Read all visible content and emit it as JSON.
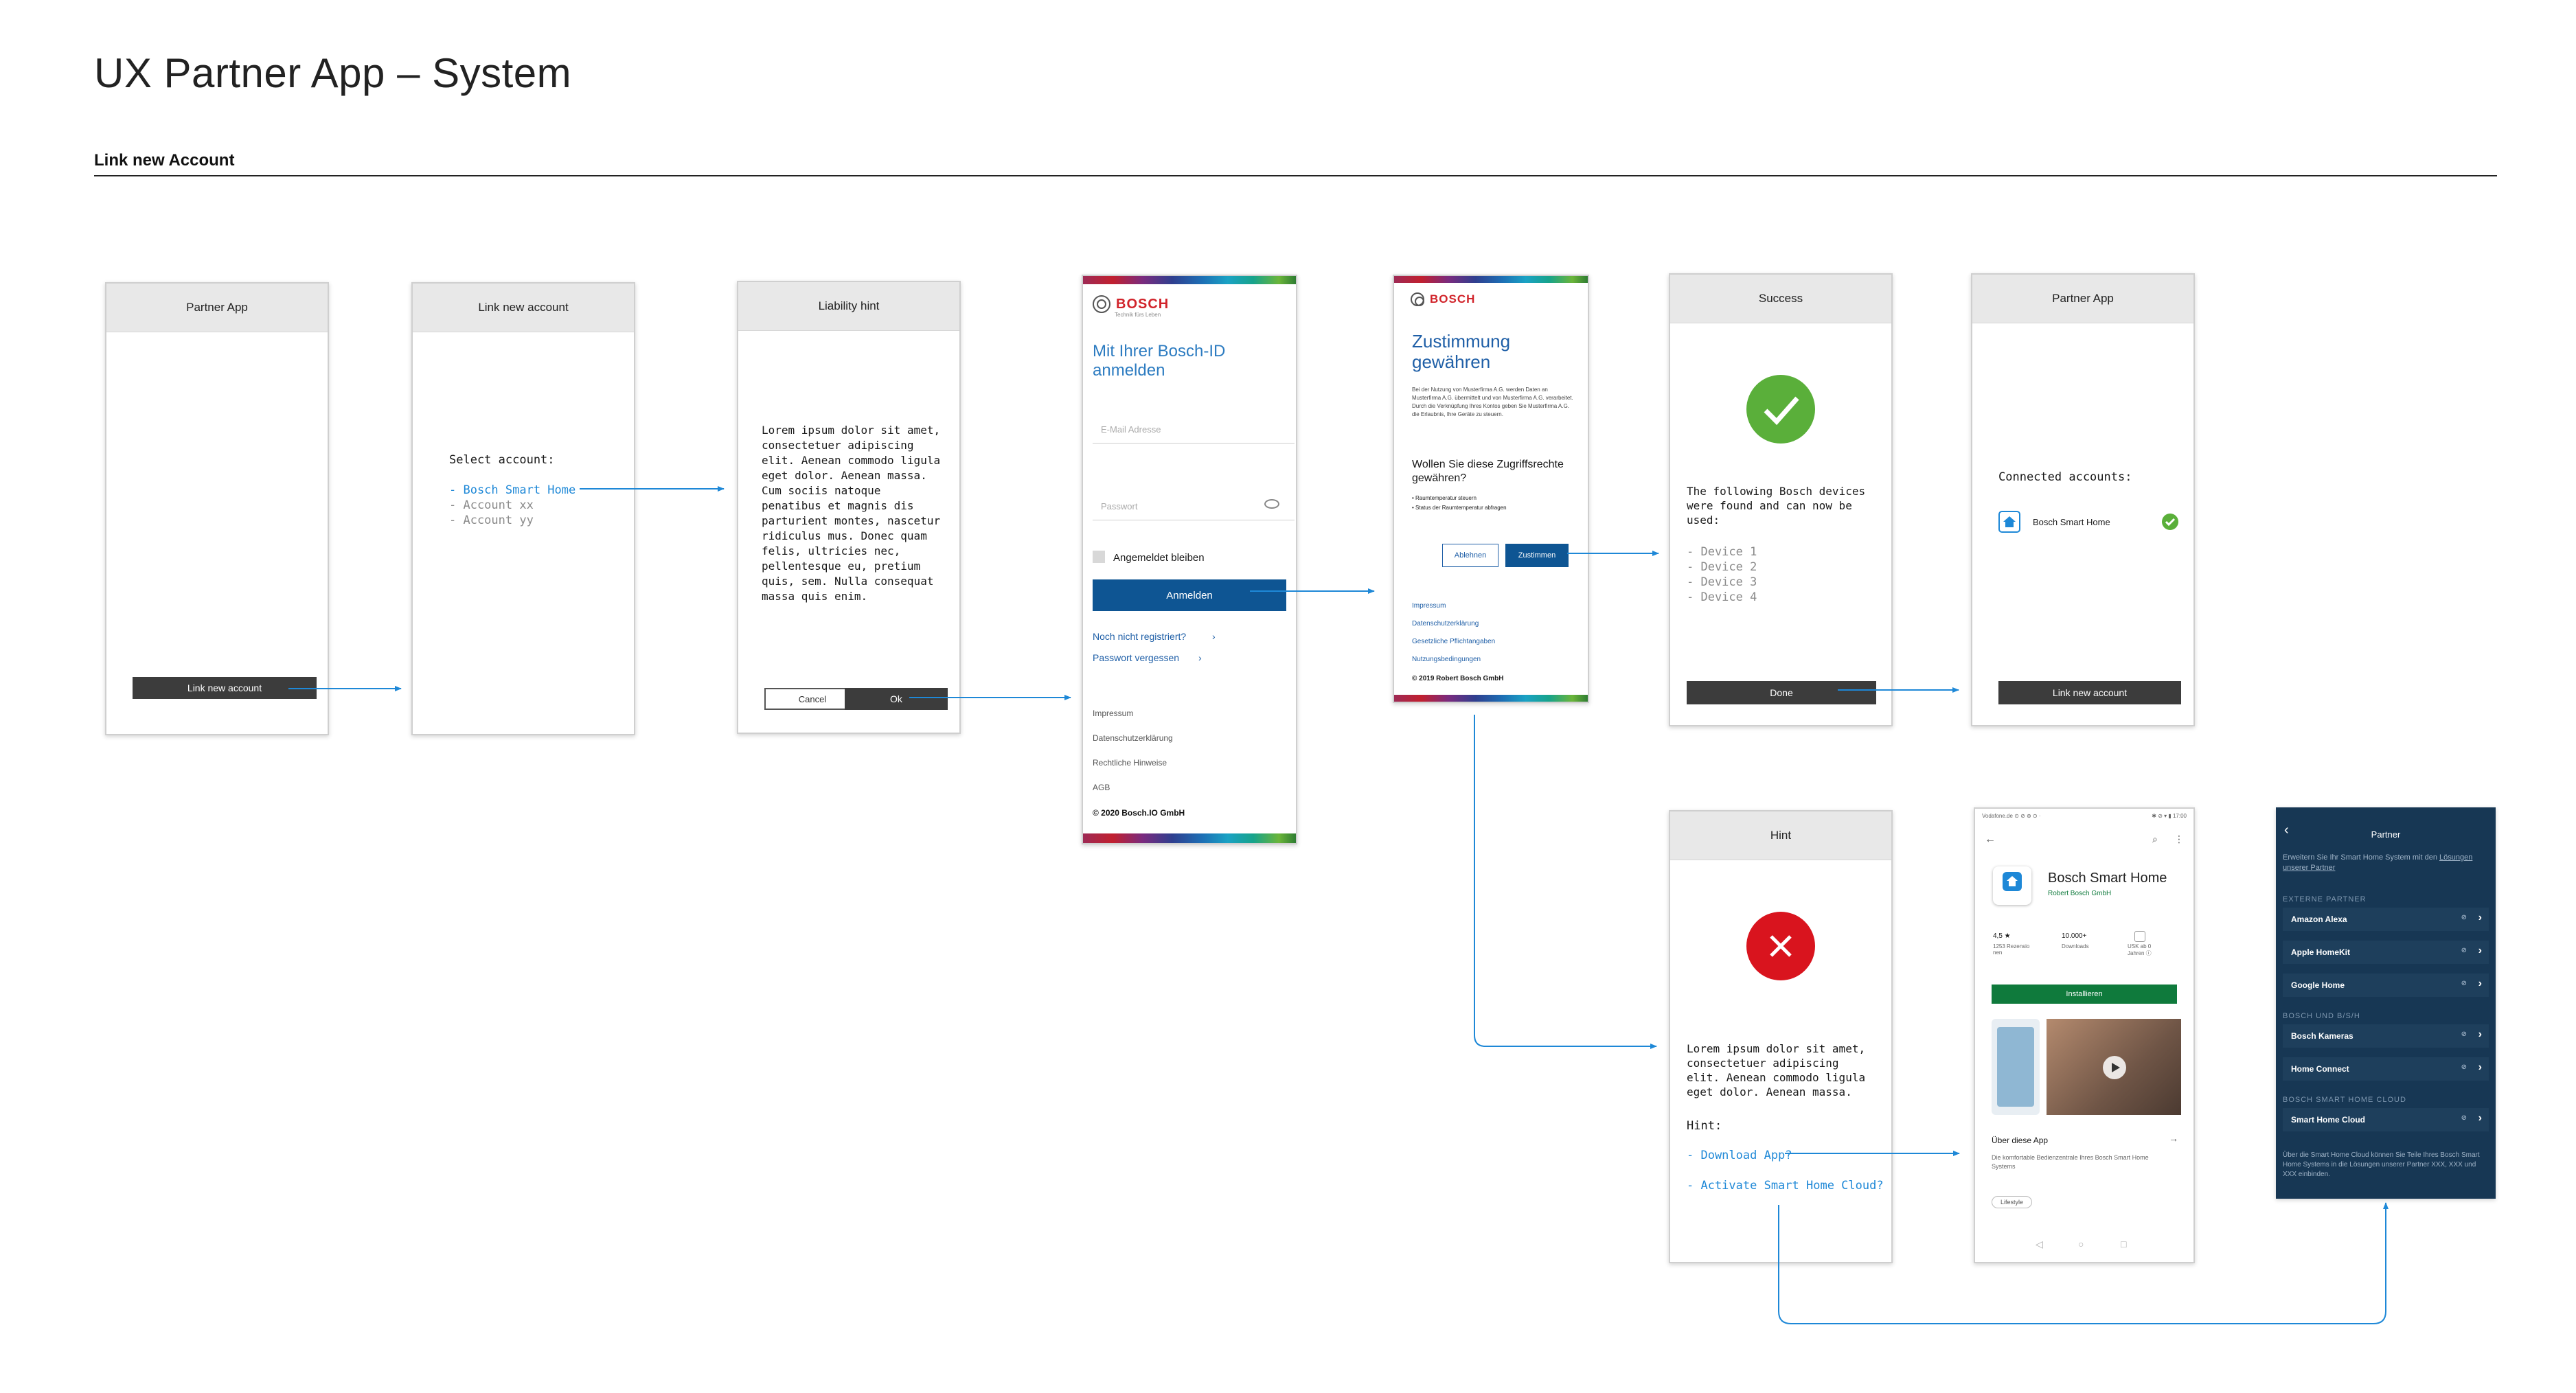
{
  "page": {
    "title": "UX Partner App – System",
    "section": "Link new Account"
  },
  "screens": {
    "partner_app_1": {
      "header": "Partner App",
      "button": "Link new account"
    },
    "link_new_account": {
      "header": "Link new account",
      "select_label": "Select account:",
      "accounts": [
        "- Bosch Smart Home",
        "- Account xx",
        "- Account yy"
      ]
    },
    "liability_hint": {
      "header": "Liability hint",
      "body": "Lorem ipsum dolor sit amet, consectetuer adipiscing elit. Aenean commodo ligula eget dolor. Aenean massa. Cum sociis natoque penatibus et magnis dis parturient montes, nascetur ridiculus mus. Donec quam felis, ultricies nec, pellentesque eu, pretium quis, sem. Nulla consequat massa quis enim.",
      "cancel": "Cancel",
      "ok": "Ok"
    },
    "bosch_login": {
      "brand": "BOSCH",
      "tagline": "Technik fürs Leben",
      "heading": "Mit Ihrer Bosch-ID anmelden",
      "email_placeholder": "E-Mail Adresse",
      "password_placeholder": "Passwort",
      "remember": "Angemeldet bleiben",
      "submit": "Anmelden",
      "not_registered": "Noch nicht registriert?",
      "forgot": "Passwort vergessen",
      "footer_links": [
        "Impressum",
        "Datenschutzerklärung",
        "Rechtliche Hinweise",
        "AGB"
      ],
      "copyright": "© 2020 Bosch.IO GmbH"
    },
    "consent": {
      "brand": "BOSCH",
      "heading": "Zustimmung gewähren",
      "body": "Bei der Nutzung von Musterfirma A.G. werden Daten an Musterfirma A.G. übermittelt und von Musterfirma A.G. verarbeitet. Durch die Verknüpfung Ihres Kontos geben Sie Musterfirma A.G. die Erlaubnis, Ihre Geräte zu steuern.",
      "question": "Wollen Sie diese Zugriffsrechte gewähren?",
      "rights": [
        "• Raumtemperatur steuern",
        "• Status der Raumtemperatur abfragen"
      ],
      "decline": "Ablehnen",
      "accept": "Zustimmen",
      "links": [
        "Impressum",
        "Datenschutzerklärung",
        "Gesetzliche Pflichtangaben",
        "Nutzungsbedingungen"
      ],
      "copyright": "© 2019 Robert Bosch GmbH"
    },
    "success": {
      "header": "Success",
      "message": "The following Bosch devices were found and can now be used:",
      "devices": [
        "- Device 1",
        "- Device 2",
        "- Device 3",
        "- Device 4"
      ],
      "done": "Done"
    },
    "partner_app_2": {
      "header": "Partner App",
      "connected_label": "Connected accounts:",
      "account": "Bosch Smart Home",
      "button": "Link new account"
    },
    "hint": {
      "header": "Hint",
      "body": "Lorem ipsum dolor sit amet, consectetuer adipiscing elit. Aenean commodo ligula eget dolor. Aenean massa.",
      "hint_label": "Hint:",
      "download": "- Download App?",
      "activate": "- Activate Smart Home Cloud?"
    },
    "play_store": {
      "status_left": "Vodafone.de ⊙ ⊘ ⊛ ⊙ ·",
      "status_right": "✱ ⊘ ▾ ▮ 17:00",
      "app_name": "Bosch Smart Home",
      "developer": "Robert Bosch GmbH",
      "rating": "4,5 ★",
      "rating_sub": "1253 Rezensio nen",
      "downloads": "10.000+",
      "downloads_sub": "Downloads",
      "age_sub": "USK ab 0 Jahren ⓘ",
      "install": "Installieren",
      "about": "Über diese App",
      "about_text": "Die komfortable Bedienzentrale Ihres Bosch Smart Home Systems",
      "chip": "Lifestyle"
    },
    "partner_settings": {
      "title": "Partner",
      "intro_a": "Erweitern Sie Ihr Smart Home System mit den",
      "intro_link": "Lösungen unserer Partner",
      "external_label": "EXTERNE PARTNER",
      "external": [
        "Amazon Alexa",
        "Apple HomeKit",
        "Google Home"
      ],
      "bosch_label": "BOSCH UND B/S/H",
      "bosch": [
        "Bosch Kameras",
        "Home Connect"
      ],
      "cloud_label": "BOSCH SMART HOME CLOUD",
      "cloud": [
        "Smart Home Cloud"
      ],
      "footer": "Über die Smart Home Cloud können Sie Teile Ihres Bosch Smart Home Systems in die Lösungen unserer Partner XXX, XXX und XXX einbinden."
    }
  },
  "colors": {
    "flow_arrow": "#1e88d7",
    "bosch_red": "#d1232a",
    "bosch_blue": "#0e5593",
    "success_green": "#5aaf3a",
    "error_red": "#d9141e",
    "dark_button": "#3c3c3c",
    "partner_bg": "#173754"
  }
}
